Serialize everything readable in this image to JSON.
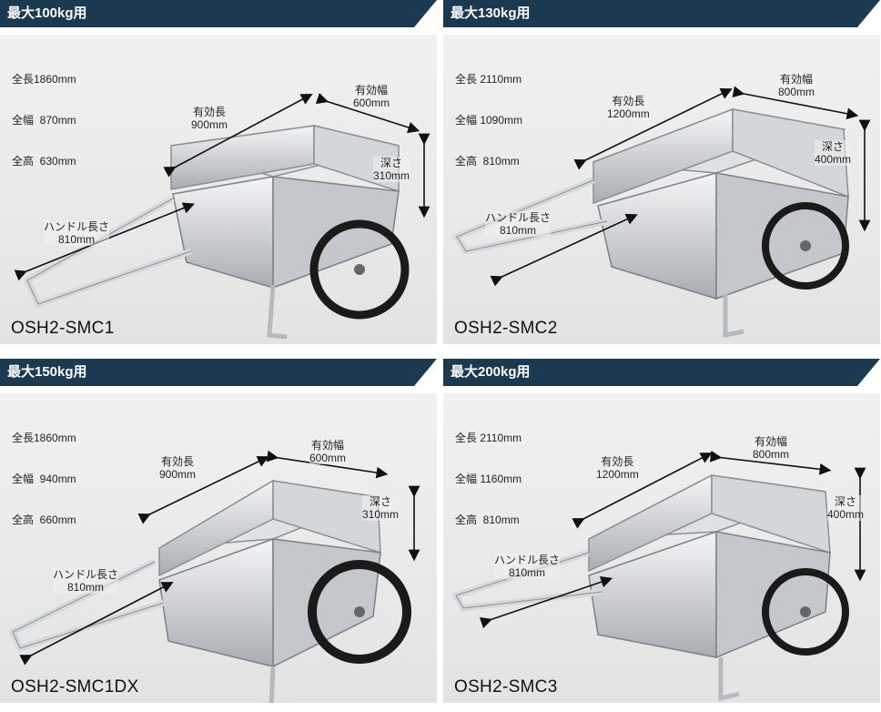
{
  "panels": [
    {
      "capacity": "最大100kg用",
      "specs": [
        "全長1860mm",
        "全幅  870mm",
        "全高  630mm"
      ],
      "model": "OSH2-SMC1",
      "labels": {
        "length": [
          "有効長",
          "900mm"
        ],
        "width": [
          "有効幅",
          "600mm"
        ],
        "depth": [
          "深さ",
          "310mm"
        ],
        "handle": [
          "ハンドル長さ",
          "810mm"
        ]
      }
    },
    {
      "capacity": "最大130kg用",
      "specs": [
        "全長 2110mm",
        "全幅 1090mm",
        "全高  810mm"
      ],
      "model": "OSH2-SMC2",
      "labels": {
        "length": [
          "有効長",
          "1200mm"
        ],
        "width": [
          "有効幅",
          "800mm"
        ],
        "depth": [
          "深さ",
          "400mm"
        ],
        "handle": [
          "ハンドル長さ",
          "810mm"
        ]
      }
    },
    {
      "capacity": "最大150kg用",
      "specs": [
        "全長1860mm",
        "全幅  940mm",
        "全高  660mm"
      ],
      "model": "OSH2-SMC1DX",
      "labels": {
        "length": [
          "有効長",
          "900mm"
        ],
        "width": [
          "有効幅",
          "600mm"
        ],
        "depth": [
          "深さ",
          "310mm"
        ],
        "handle": [
          "ハンドル長さ",
          "810mm"
        ]
      }
    },
    {
      "capacity": "最大200kg用",
      "specs": [
        "全長 2110mm",
        "全幅 1160mm",
        "全高  810mm"
      ],
      "model": "OSH2-SMC3",
      "labels": {
        "length": [
          "有効長",
          "1200mm"
        ],
        "width": [
          "有効幅",
          "800mm"
        ],
        "depth": [
          "深さ",
          "400mm"
        ],
        "handle": [
          "ハンドル長さ",
          "810mm"
        ]
      }
    }
  ],
  "colors": {
    "header_bg": "#1b3a52",
    "panel_bg": "#e8e8e8",
    "text": "#222222",
    "aluminum": "#c9ccd0",
    "tire": "#1a1a1a"
  }
}
